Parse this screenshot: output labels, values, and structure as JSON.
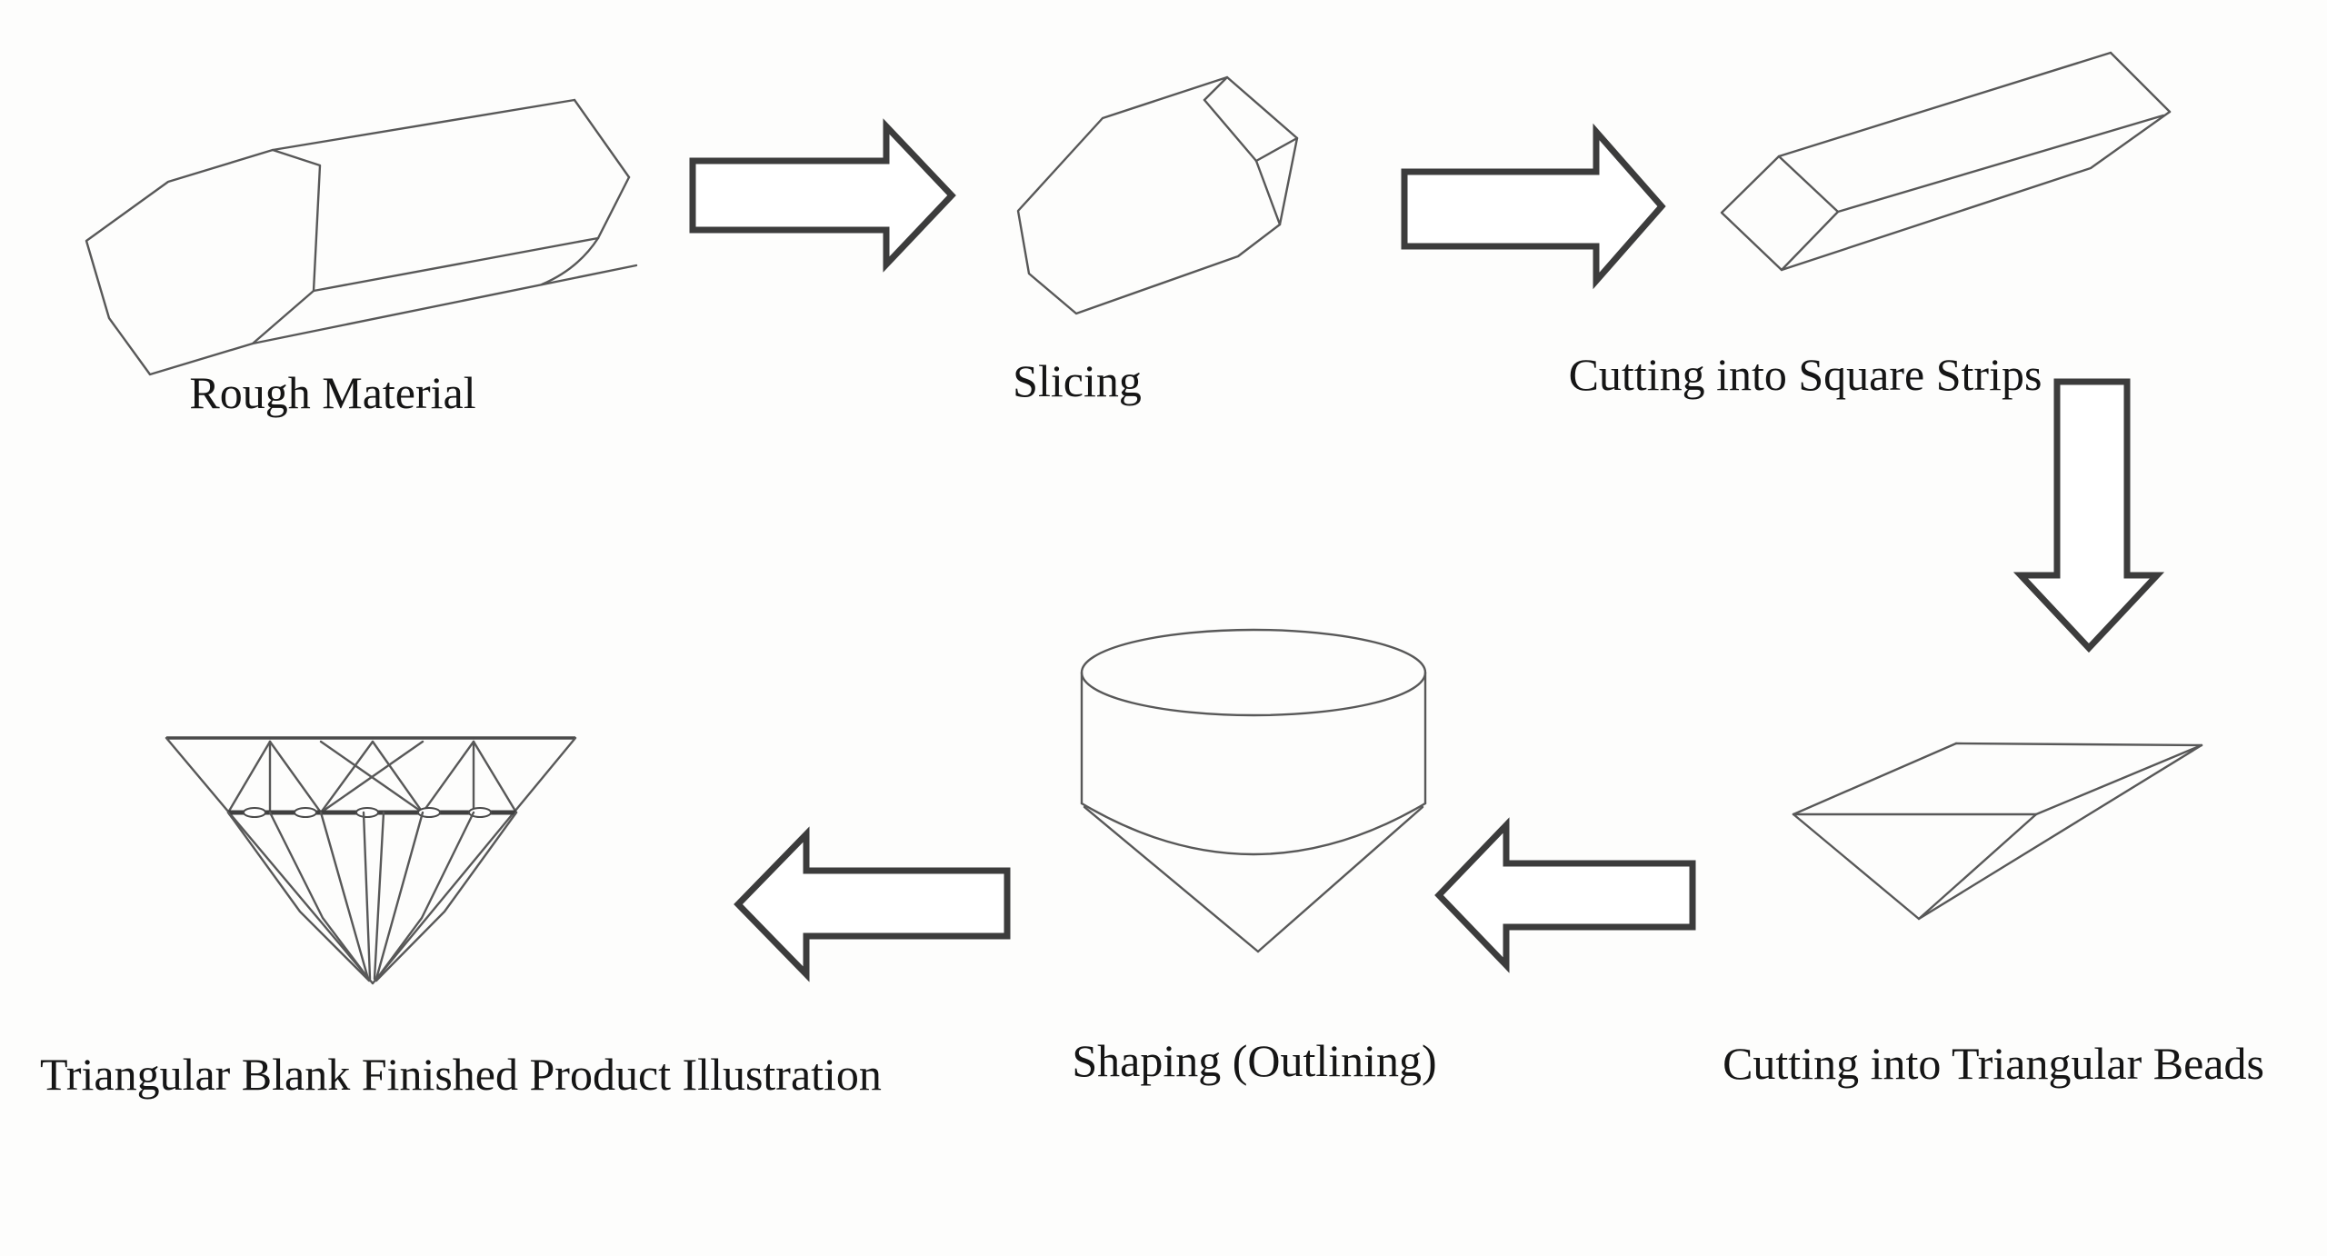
{
  "page": {
    "background_color": "#fdfdfc",
    "sketch_line_color": "#585858",
    "arrow_outline_color": "#3c3c3c",
    "text_color": "#151515"
  },
  "diagram": {
    "type": "process-flow",
    "steps": [
      {
        "id": "rough-material",
        "label": "Rough Material",
        "drawing": "hexagonal-crystal-prism"
      },
      {
        "id": "slicing",
        "label": "Slicing",
        "drawing": "sliced-octagonal-slab"
      },
      {
        "id": "cutting-square-strips",
        "label": "Cutting into Square Strips",
        "drawing": "long-square-bar"
      },
      {
        "id": "cutting-triangular-beads",
        "label": "Cutting into Triangular Beads",
        "drawing": "triangular-prism-bead"
      },
      {
        "id": "shaping-outlining",
        "label": "Shaping (Outlining)",
        "drawing": "cylinder-with-cone-bottom"
      },
      {
        "id": "finished-product",
        "label": "Triangular Blank Finished Product Illustration",
        "drawing": "faceted-gem-profile"
      }
    ],
    "arrows": [
      {
        "from": "Rough Material",
        "to": "Slicing",
        "direction": "right"
      },
      {
        "from": "Slicing",
        "to": "Cutting into Square Strips",
        "direction": "right"
      },
      {
        "from": "Cutting into Square Strips",
        "to": "Cutting into Triangular Beads",
        "direction": "down"
      },
      {
        "from": "Cutting into Triangular Beads",
        "to": "Shaping (Outlining)",
        "direction": "left"
      },
      {
        "from": "Shaping (Outlining)",
        "to": "Triangular Blank Finished Product Illustration",
        "direction": "left"
      }
    ]
  }
}
